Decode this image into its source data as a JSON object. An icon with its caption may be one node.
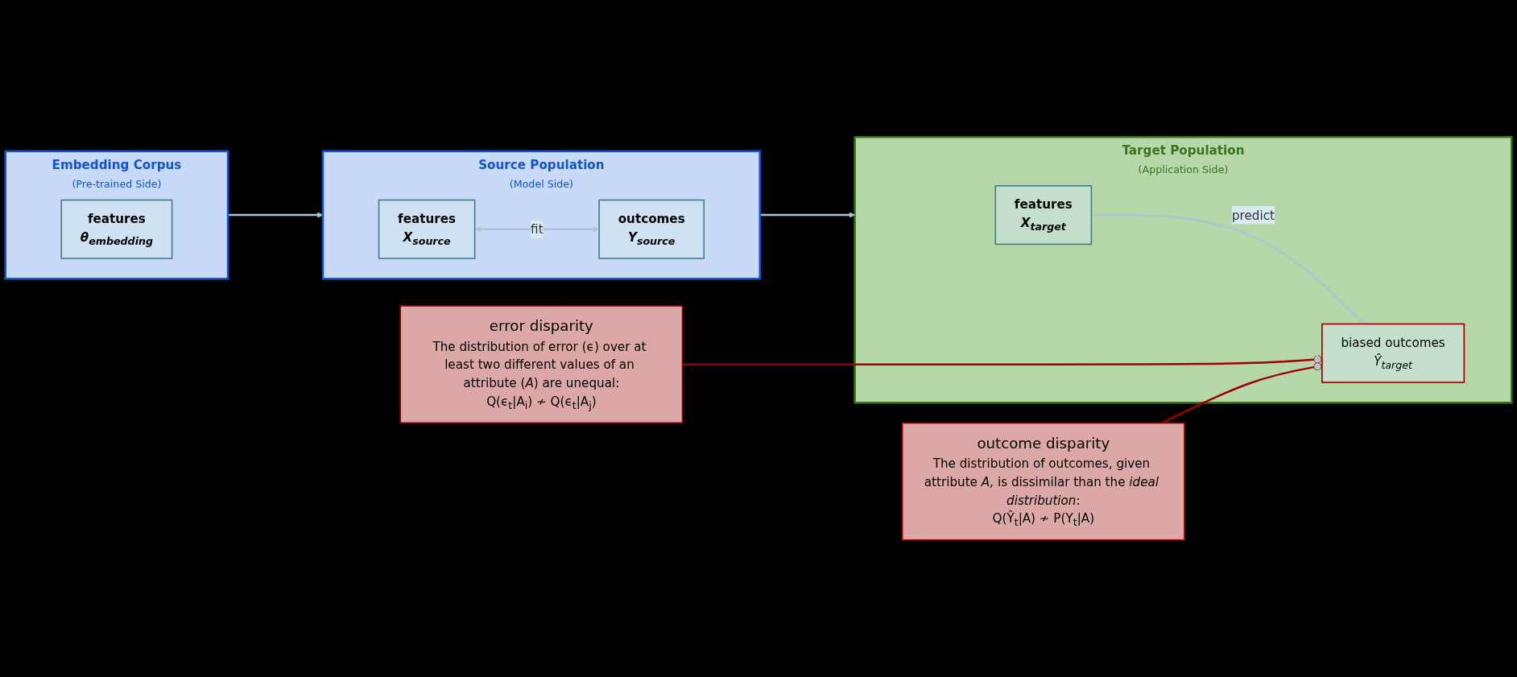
{
  "diagram": {
    "nodes": [
      {
        "text": [
          "Embedding Corpus",
          "(Pre-trained Side)"
        ]
      },
      {
        "text": [
          "features",
          "θ$_{embedding}$"
        ],
        "in": 0
      },
      {
        "text": [
          "Source Population",
          "(Model Side)"
        ]
      },
      {
        "text": [
          "features",
          "X$_{source}$"
        ],
        "in": 2
      },
      {
        "text": [
          "outcomes",
          "Y$_{source}$"
        ],
        "in": 2
      },
      {
        "text": [
          "Target Population",
          "(Application Side)"
        ]
      },
      {
        "text": [
          "features",
          "X$_{target}$"
        ],
        "in": 5
      },
      {
        "text": [
          "biased outcomes",
          "Ŷ$_{target}$"
        ],
        "in": 5
      },
      {
        "text": [
          "outcome disparity",
          "The distribution of outcomes, given attribute *A,* is dissimilar than the *ideal distribution*:",
          "Q(Ŷ$_{t}$|A) ≁ P(Y$_{t}$|A)"
        ]
      },
      {
        "text": [
          "error disparity",
          "The distribution of error (ϵ) over at least two different values of an attribute (*A*) are unequal:",
          "Q(ϵ$_{t}$|A$_{i}$) ≁ Q(ϵ$_{t}$|A$_{j}$)"
        ]
      }
    ],
    "edges": [
      {
        "from": 0,
        "to": 2,
        "arrow": "to"
      },
      {
        "from": 3,
        "to": 4,
        "arrow": "both",
        "label": "fit"
      },
      {
        "from": 2,
        "to": 5,
        "arrow": "to"
      },
      {
        "from": 6,
        "to": 7,
        "arrow": "to",
        "label": "predict"
      },
      {
        "from": 8,
        "to": 7,
        "arrow": "other",
        "color": "#a00000"
      },
      {
        "from": 9,
        "to": 7,
        "arrow": "other",
        "color": "#a00000"
      }
    ]
  }
}
